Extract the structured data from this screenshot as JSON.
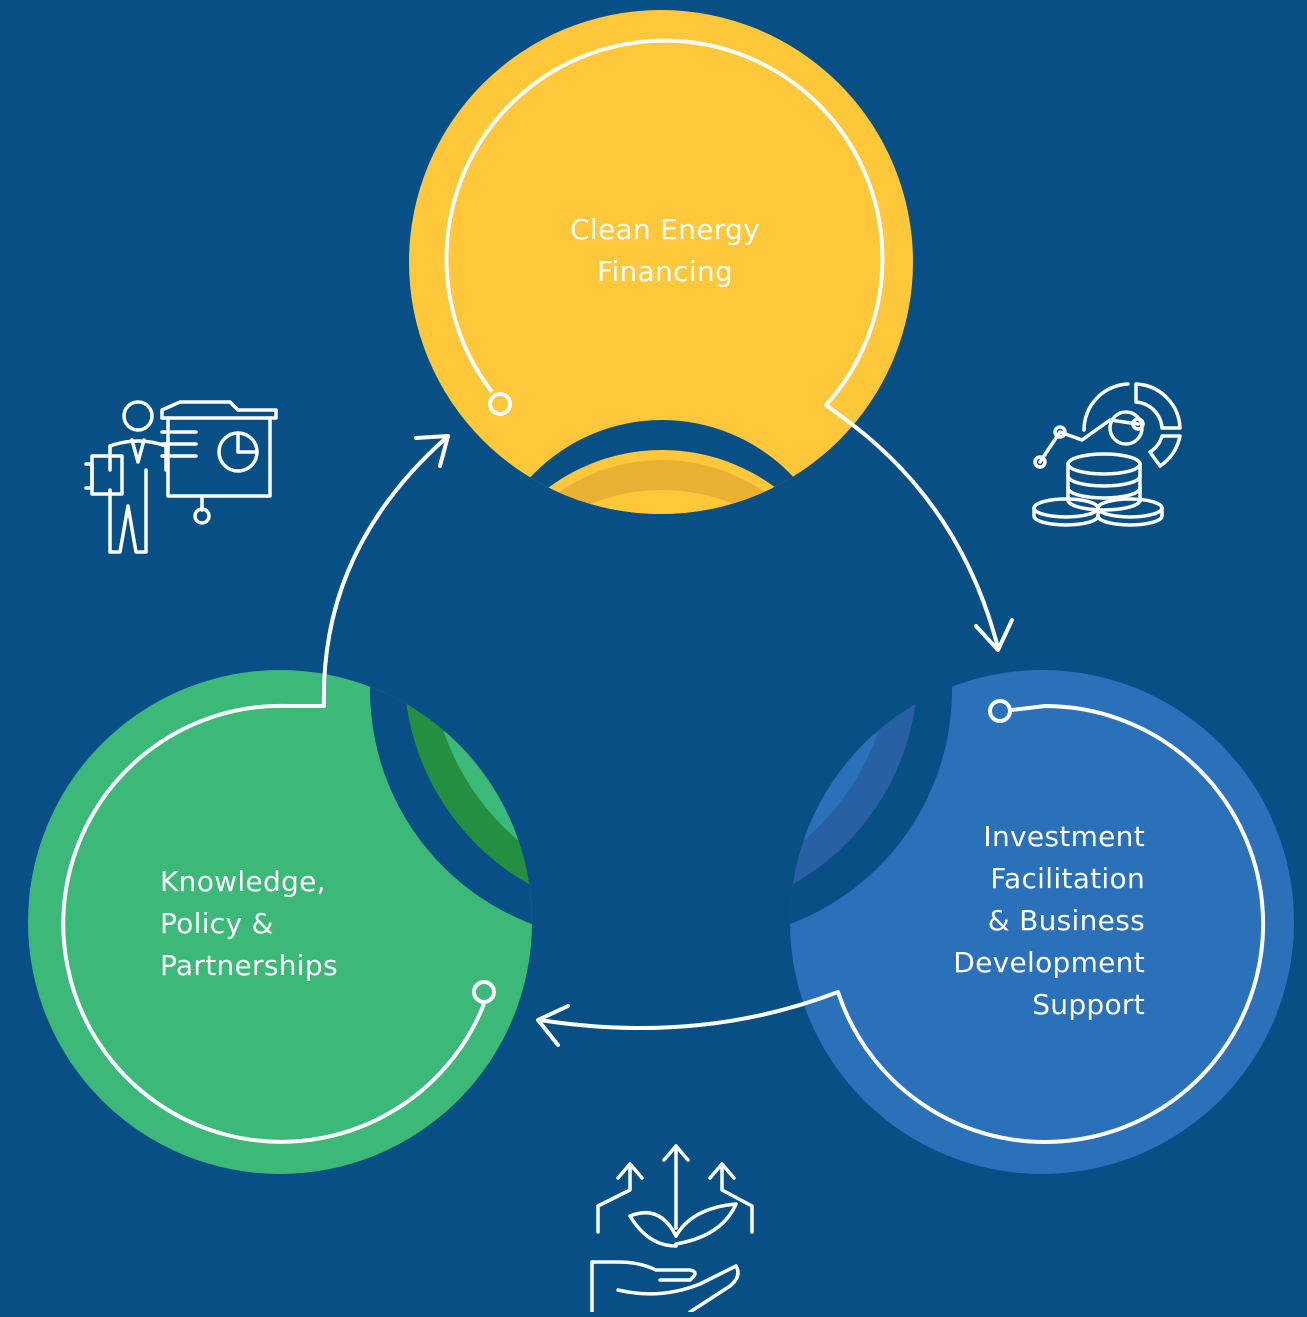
{
  "colors": {
    "background": "#084f85",
    "yellow": "#ffc73a",
    "yellow_shade": "#e9b034",
    "green": "#3cb878",
    "green_shade": "#248f40",
    "blue": "#2a71ba",
    "blue_shade": "#2760a3",
    "line": "#ffffff"
  },
  "nodes": {
    "top": {
      "label": "Clean Energy\nFinancing",
      "icon": "financing-coins-chart-icon"
    },
    "right": {
      "label": "Investment\nFacilitation\n& Business\nDevelopment\nSupport",
      "icon": "growth-plant-hand-icon"
    },
    "left": {
      "label": "Knowledge,\nPolicy &\nPartnerships",
      "icon": "presenter-board-icon"
    }
  }
}
